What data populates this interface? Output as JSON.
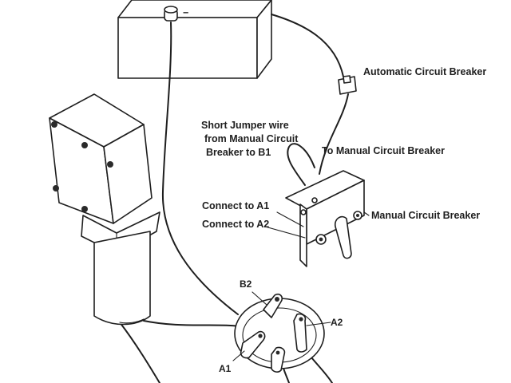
{
  "labels": {
    "automatic_breaker": "Automatic Circuit Breaker",
    "jumper_line1": "Short Jumper wire",
    "jumper_line2": "from Manual Circuit",
    "jumper_line3": "Breaker to B1",
    "to_manual_breaker": "To Manual Circuit Breaker",
    "connect_a1": "Connect to A1",
    "connect_a2": "Connect to A2",
    "manual_breaker": "Manual Circuit Breaker",
    "terminal_b2": "B2",
    "terminal_a2": "A2",
    "terminal_a1": "A1"
  },
  "battery_terminal_sign": "−"
}
